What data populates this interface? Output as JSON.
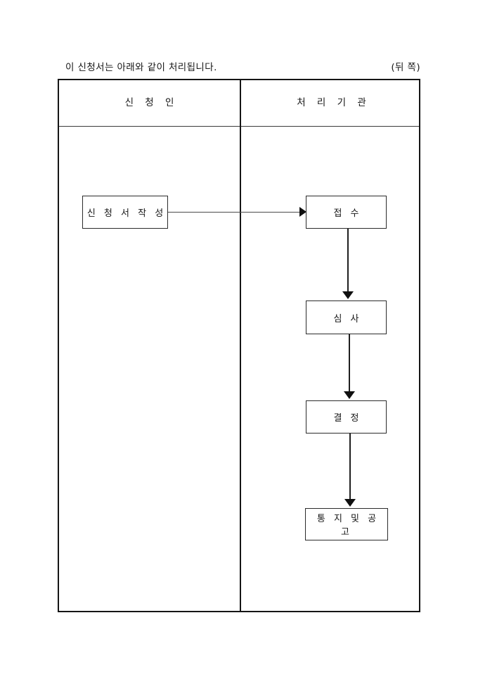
{
  "caption": {
    "notice_text": "이 신청서는 아래와 같이 처리됩니다.",
    "page_side_label": "(뒤 쪽)"
  },
  "table": {
    "columns": [
      {
        "key": "applicant",
        "header": "신 청 인"
      },
      {
        "key": "agency",
        "header": "처 리 기 관"
      }
    ]
  },
  "flow": {
    "boxes": [
      {
        "id": "application",
        "column": "applicant",
        "label": "신 청 서 작 성"
      },
      {
        "id": "receipt",
        "column": "agency",
        "label": "접 수"
      },
      {
        "id": "review",
        "column": "agency",
        "label": "심 사"
      },
      {
        "id": "decision",
        "column": "agency",
        "label": "결 정"
      },
      {
        "id": "notice",
        "column": "agency",
        "label": "통 지 및 공 고"
      }
    ],
    "connectors": [
      {
        "id": "apply-receipt",
        "from": "application",
        "to": "receipt",
        "direction": "right"
      },
      {
        "id": "receipt-review",
        "from": "receipt",
        "to": "review",
        "direction": "down"
      },
      {
        "id": "review-decision",
        "from": "review",
        "to": "decision",
        "direction": "down"
      },
      {
        "id": "decision-notice",
        "from": "decision",
        "to": "notice",
        "direction": "down"
      }
    ]
  },
  "colors": {
    "border": "#151515",
    "box_border": "#2b2b2b",
    "connector": "#1f1f1f",
    "text": "#161616",
    "background": "#ffffff"
  }
}
